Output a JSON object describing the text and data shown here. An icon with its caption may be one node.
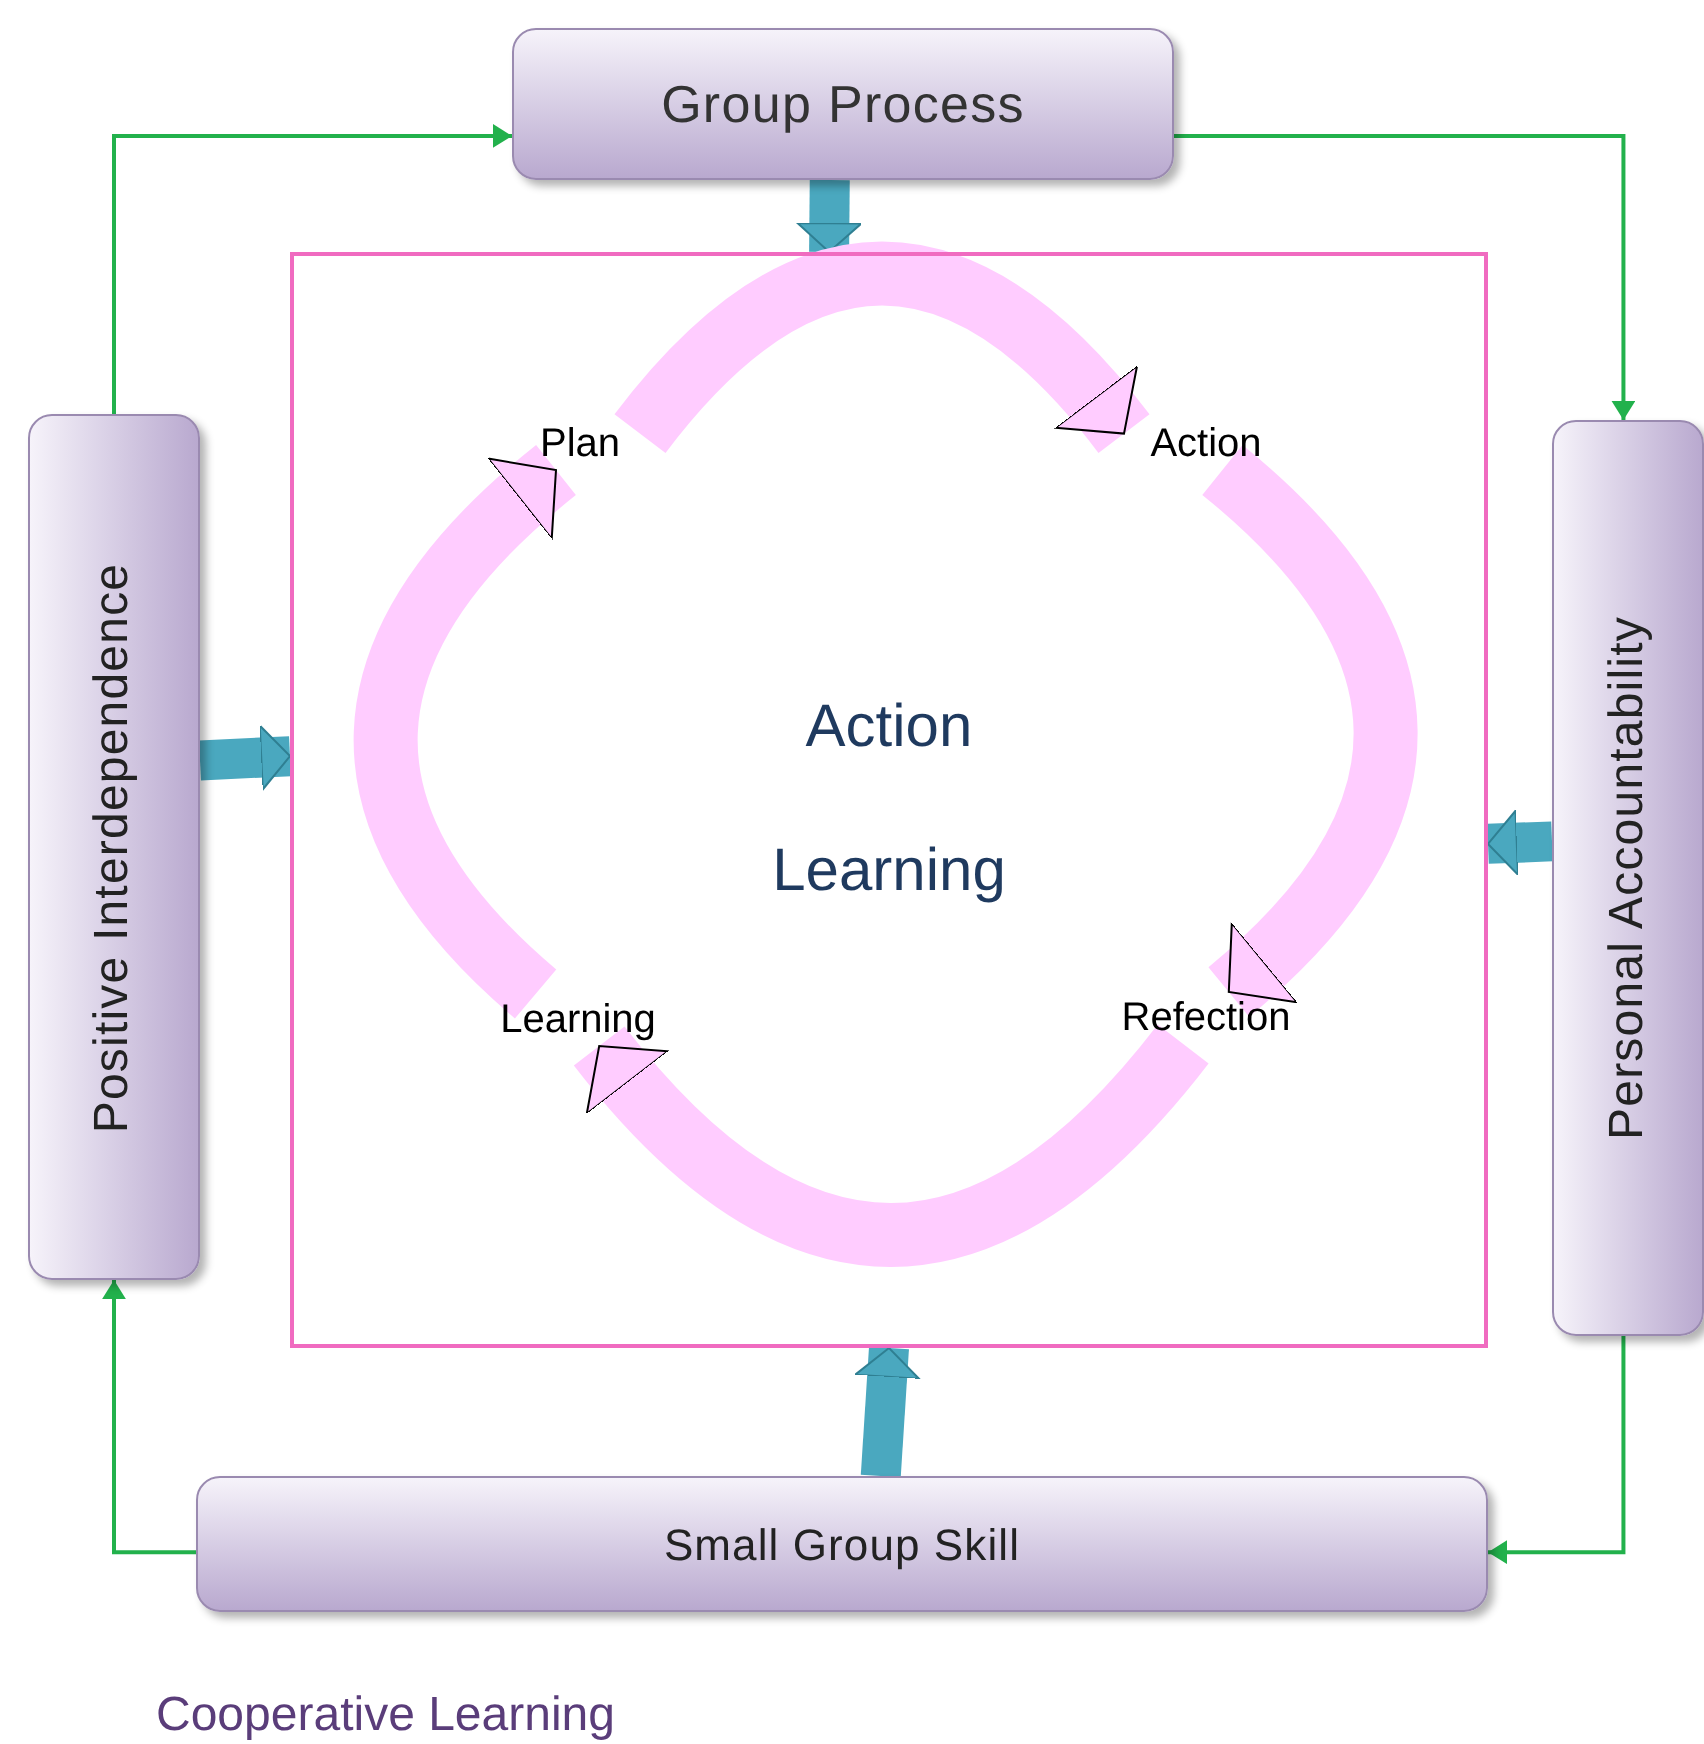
{
  "diagram": {
    "caption": "Cooperative Learning",
    "nodes": [
      {
        "text": [
          "Group Process"
        ]
      },
      {
        "text": [
          "Positive Interdependence"
        ]
      },
      {
        "text": [
          "Personal Accountability"
        ]
      },
      {
        "text": [
          "Small Group Skill"
        ]
      },
      {
        "text": [
          "Action Learning"
        ]
      },
      {
        "text": [
          "Plan"
        ],
        "in": 4
      },
      {
        "text": [
          "Action"
        ],
        "in": 4
      },
      {
        "text": [
          "Refection"
        ],
        "in": 4
      },
      {
        "text": [
          "Learning"
        ],
        "in": 4
      }
    ],
    "edges": [
      {
        "from": 1,
        "to": 0,
        "arrow": "to",
        "color": "#22b14c"
      },
      {
        "from": 0,
        "to": 2,
        "arrow": "to",
        "color": "#22b14c"
      },
      {
        "from": 2,
        "to": 3,
        "arrow": "to",
        "color": "#22b14c"
      },
      {
        "from": 3,
        "to": 1,
        "arrow": "to",
        "color": "#22b14c"
      },
      {
        "from": 0,
        "to": 4,
        "arrow": "to",
        "color": "#4aa8bf"
      },
      {
        "from": 1,
        "to": 4,
        "arrow": "to",
        "color": "#4aa8bf"
      },
      {
        "from": 2,
        "to": 4,
        "arrow": "to",
        "color": "#4aa8bf"
      },
      {
        "from": 3,
        "to": 4,
        "arrow": "to",
        "color": "#4aa8bf"
      },
      {
        "from": 5,
        "to": 6,
        "arrow": "to",
        "color": "#ffccff"
      },
      {
        "from": 6,
        "to": 7,
        "arrow": "to",
        "color": "#ffccff"
      },
      {
        "from": 7,
        "to": 8,
        "arrow": "to",
        "color": "#ffccff"
      },
      {
        "from": 8,
        "to": 5,
        "arrow": "to",
        "color": "#ffccff"
      }
    ]
  }
}
